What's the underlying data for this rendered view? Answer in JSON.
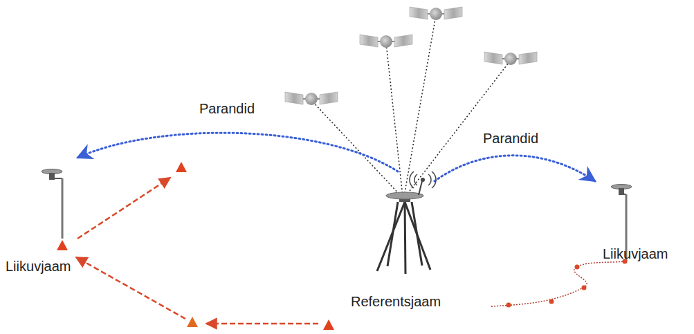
{
  "diagram": {
    "labels": [
      "Parandid",
      "Parandid",
      "Liikuvjaam",
      "Liikuvjaam",
      "Referentsjaam"
    ]
  }
}
